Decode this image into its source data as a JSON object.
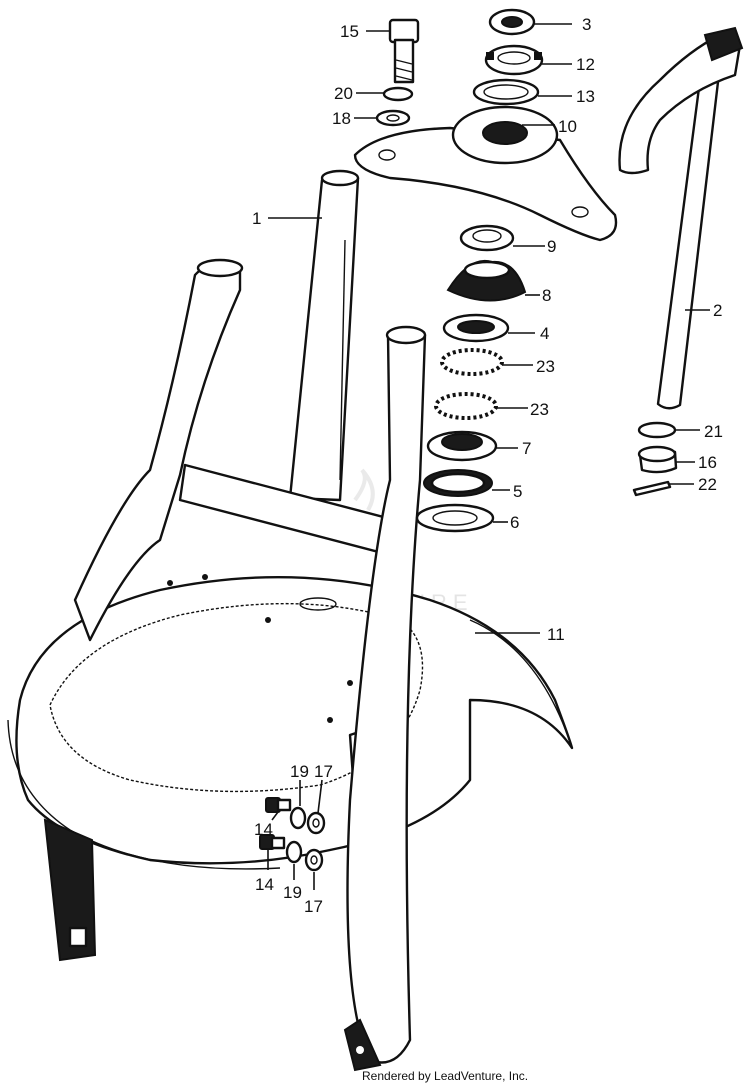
{
  "callouts": {
    "c1": "1",
    "c2": "2",
    "c3": "3",
    "c4": "4",
    "c5": "5",
    "c6": "6",
    "c7": "7",
    "c8": "8",
    "c9": "9",
    "c10": "10",
    "c11": "11",
    "c12": "12",
    "c13": "13",
    "c14a": "14",
    "c14b": "14",
    "c15": "15",
    "c16": "16",
    "c17a": "17",
    "c17b": "17",
    "c18": "18",
    "c19a": "19",
    "c19b": "19",
    "c20": "20",
    "c21": "21",
    "c22": "22",
    "c23a": "23",
    "c23b": "23"
  },
  "watermark": "LEADVENTURE",
  "footer": "Rendered by LeadVenture, Inc."
}
